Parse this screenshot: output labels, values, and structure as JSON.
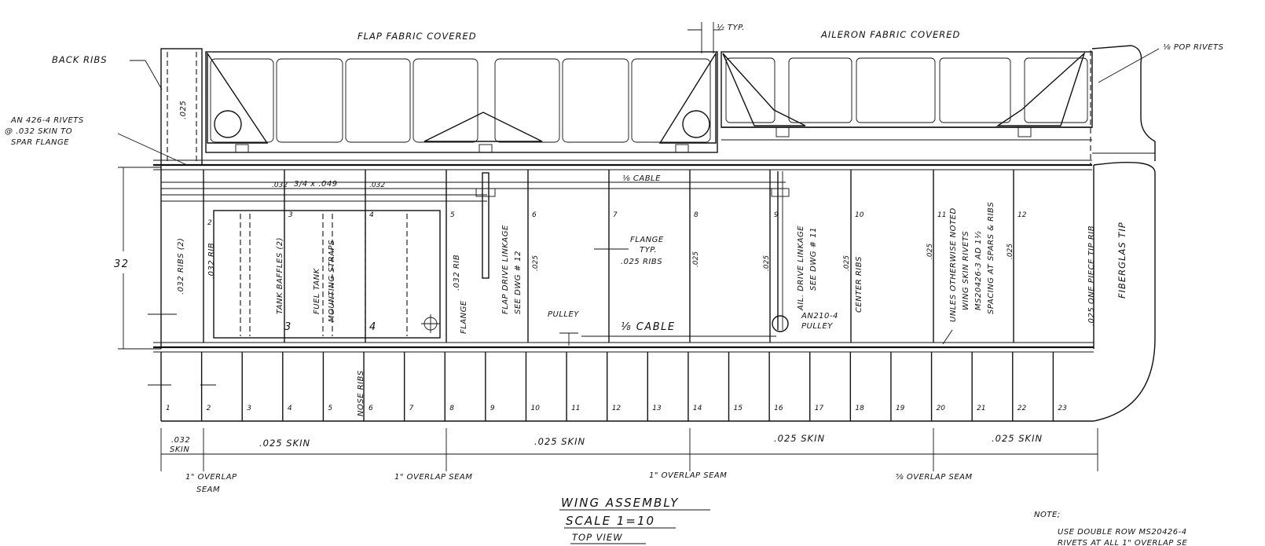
{
  "callouts": {
    "flap": "FLAP FABRIC COVERED",
    "aileron": "AILERON FABRIC COVERED",
    "typ": "½ TYP.",
    "pop_rivets": "⅛ POP RIVETS",
    "back_ribs": "BACK RIBS",
    "rivet_note_1": "AN 426-4 RIVETS",
    "rivet_note_2": "@ .032 SKIN TO",
    "rivet_note_3": "SPAR FLANGE",
    "back_rib_thk": ".025",
    "dim_32": "32",
    "rib_032_2": ".032 RIBS (2)",
    "rib_032": ".032 RIB",
    "rib_032_b": ".032 RIB",
    "t_032a": ".032",
    "t_3_4": "3/4 x .049",
    "t_032b": ".032",
    "tank_baffles": "TANK BAFFLES (2)",
    "fuel_tank": "FUEL TANK",
    "mounting_straps": "MOUNTING STRAPS",
    "bay3": "3",
    "bay4": "4",
    "flange": "FLANGE",
    "flap_drive": "FLAP DRIVE LINKAGE",
    "see_dwg_12": "SEE DWG # 12",
    "cable_top": "⅛ CABLE",
    "cable_bottom": "⅛ CABLE",
    "pulley": "PULLEY",
    "flange_typ_1": "FLANGE",
    "flange_typ_2": "TYP.",
    "ribs_025": ".025 RIBS",
    "ail_drive": "AIL. DRIVE LINKAGE",
    "see_dwg_11": "SEE DWG # 11",
    "an210_1": "AN210-4",
    "an210_2": "PULLEY",
    "center_ribs": "CENTER RIBS",
    "unles_1": "UNLES OTHERWISE NOTED",
    "unles_2": "WING SKIN RIVETS",
    "unles_3": "MS20426-3 AD 1½",
    "unles_4": "SPACING AT SPARS & RIBS",
    "tip_rib": ".025 ONE PIECE TIP RIB",
    "fiberglas_tip": "FIBERGLAS TIP",
    "v025": ".025",
    "nose_ribs": "NOSE RIBS"
  },
  "upper_rib_numbers": [
    "2",
    "3",
    "4",
    "5",
    "6",
    "7",
    "8",
    "9",
    "10",
    "11",
    "12"
  ],
  "nose_rib_numbers": [
    "1",
    "2",
    "3",
    "4",
    "5",
    "6",
    "7",
    "8",
    "9",
    "10",
    "11",
    "12",
    "13",
    "14",
    "15",
    "16",
    "17",
    "18",
    "19",
    "20",
    "21",
    "22",
    "23"
  ],
  "skin_dims": {
    "s1_a": ".032",
    "s1_b": "SKIN",
    "s2": ".025 SKIN",
    "s3": ".025 SKIN",
    "s4": ".025 SKIN",
    "s5": ".025 SKIN"
  },
  "seams": {
    "a1": "1\" OVERLAP",
    "a2": "SEAM",
    "b": "1\" OVERLAP SEAM",
    "c": "1\" OVERLAP SEAM",
    "d": "⅝ OVERLAP SEAM"
  },
  "title": {
    "line1": "WING ASSEMBLY",
    "line2": "SCALE 1=10",
    "line3": "TOP VIEW"
  },
  "note": {
    "head": "NOTE;",
    "line1": "USE DOUBLE ROW MS20426-4",
    "line2": "RIVETS AT ALL 1\" OVERLAP SE"
  }
}
